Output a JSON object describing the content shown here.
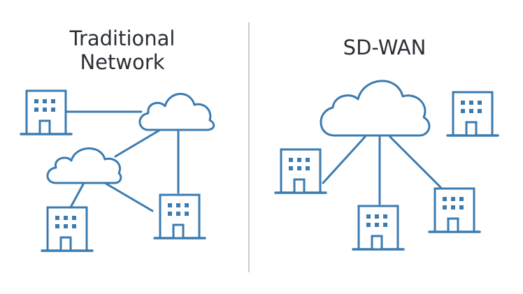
{
  "panels": [
    {
      "id": "traditional",
      "title_lines": [
        "Traditional",
        "Network"
      ]
    },
    {
      "id": "sdwan",
      "title_lines": [
        "SD-WAN"
      ]
    }
  ],
  "colors": {
    "stroke": "#3b7bb0",
    "title": "#2b2f36",
    "divider": "#cccccc",
    "background": "#ffffff"
  },
  "icons": {
    "site": "office-building-icon",
    "cloud": "cloud-icon"
  }
}
